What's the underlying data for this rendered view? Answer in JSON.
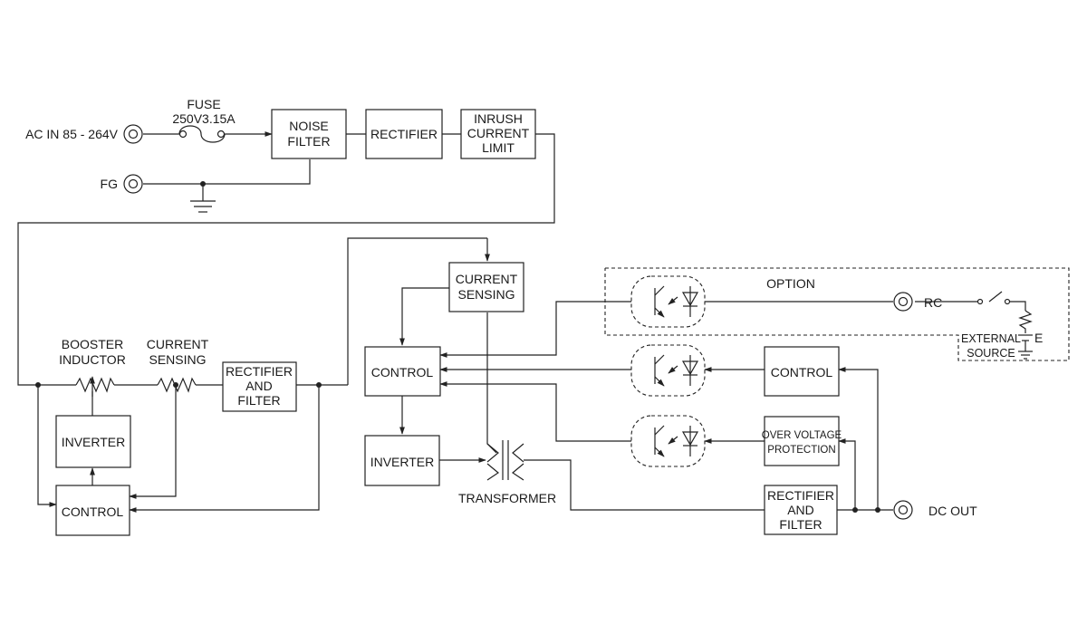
{
  "terminals": {
    "ac_in": "AC IN 85 - 264V",
    "fg": "FG",
    "dc_out": "DC OUT",
    "rc": "RC",
    "e": "E"
  },
  "fuse": {
    "line1": "FUSE",
    "line2": "250V3.15A"
  },
  "blocks": {
    "noise_filter": [
      "NOISE",
      "FILTER"
    ],
    "rectifier_top": "RECTIFIER",
    "inrush": [
      "INRUSH",
      "CURRENT",
      "LIMIT"
    ],
    "booster_inductor": [
      "BOOSTER",
      "INDUCTOR"
    ],
    "current_sensing_left": [
      "CURRENT",
      "SENSING"
    ],
    "rectifier_filter_left": [
      "RECTIFIER",
      "AND",
      "FILTER"
    ],
    "inverter_left": "INVERTER",
    "control_left": "CONTROL",
    "current_sensing_mid": [
      "CURRENT",
      "SENSING"
    ],
    "control_mid": "CONTROL",
    "inverter_mid": "INVERTER",
    "transformer": "TRANSFORMER",
    "control_right": "CONTROL",
    "ovp": [
      "OVER VOLTAGE",
      "PROTECTION"
    ],
    "rectifier_filter_right": [
      "RECTIFIER",
      "AND",
      "FILTER"
    ]
  },
  "option": {
    "label": "OPTION",
    "external_source": [
      "EXTERNAL",
      "SOURCE"
    ]
  }
}
